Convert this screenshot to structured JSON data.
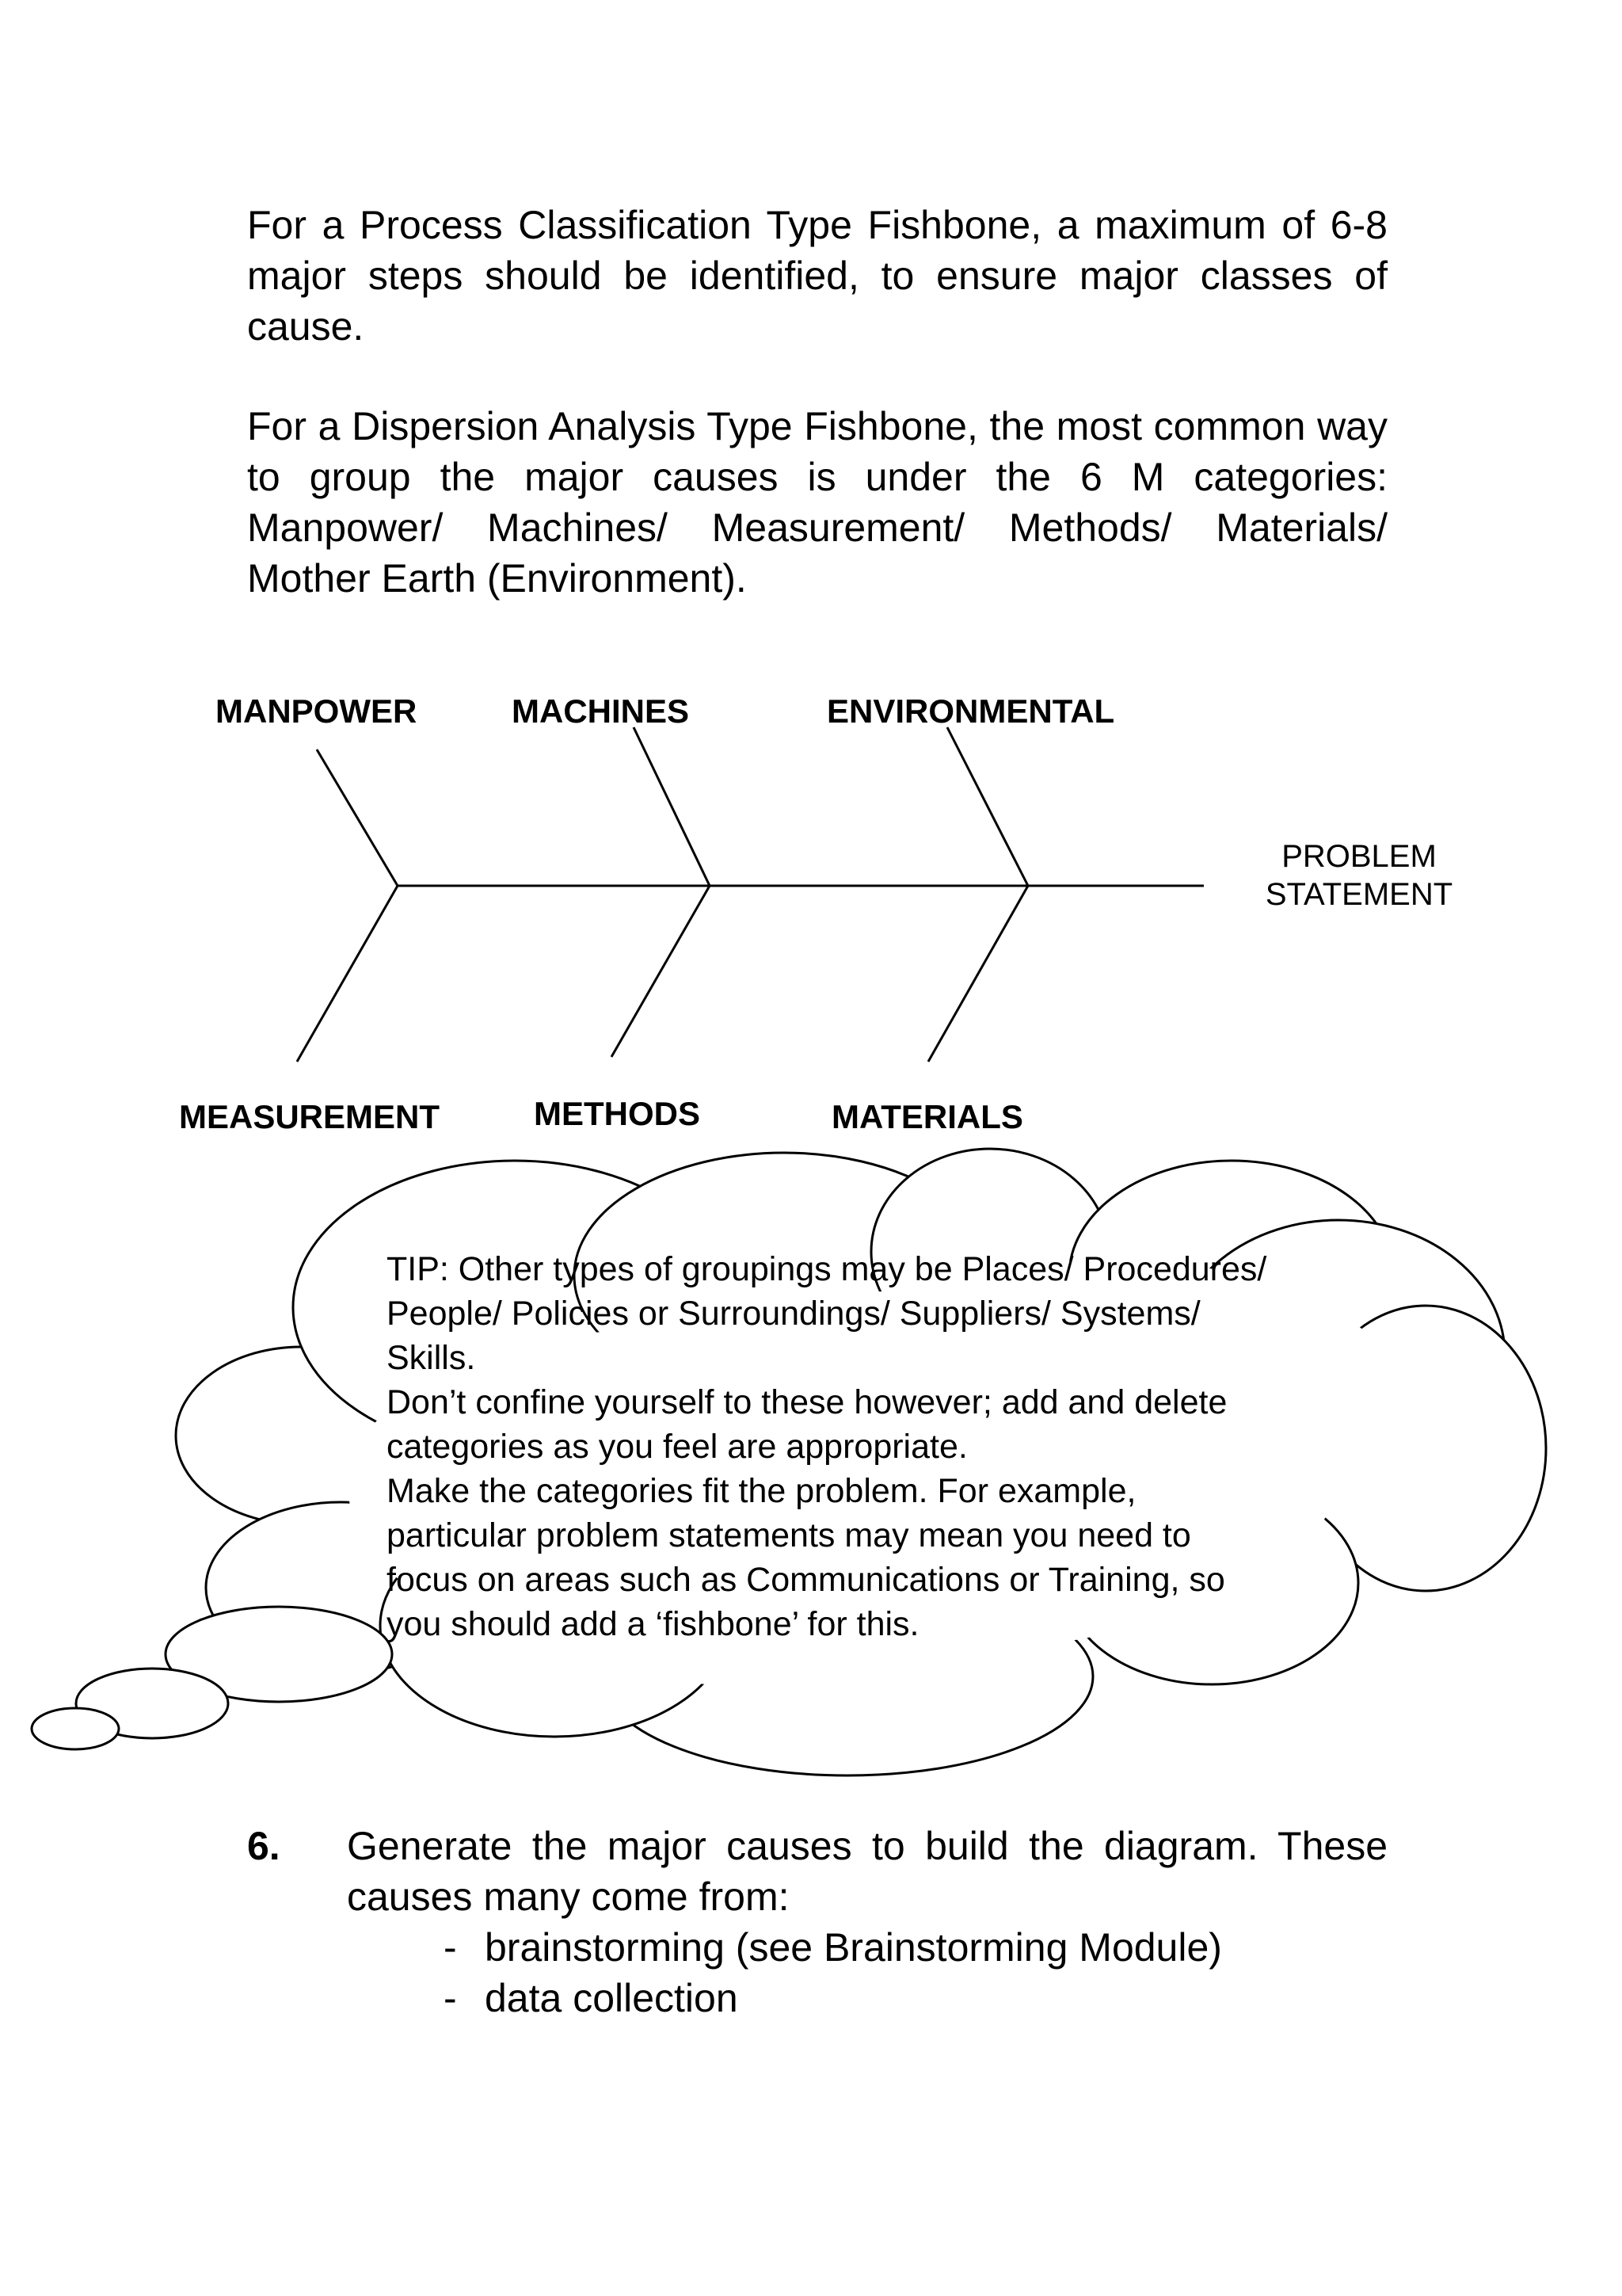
{
  "paragraphs": {
    "process_type": "For a Process Classification Type Fishbone, a maximum of 6-8 major steps should be identified, to ensure major classes of cause.",
    "dispersion_type": "For a Dispersion Analysis Type Fishbone, the most common way to group the major causes is under the 6 M categories: Manpower/ Machines/ Measurement/ Methods/ Materials/ Mother Earth (Environment)."
  },
  "fishbone": {
    "top_categories": [
      "MANPOWER",
      "MACHINES",
      "ENVIRONMENTAL"
    ],
    "bottom_categories": [
      "MEASUREMENT",
      "METHODS",
      "MATERIALS"
    ],
    "problem_statement_lines": [
      "PROBLEM",
      "STATEMENT"
    ]
  },
  "tip": {
    "line1": "TIP: Other types of groupings may be Places/ Procedures/ People/ Policies or Surroundings/ Suppliers/ Systems/ Skills.",
    "line2": "Don’t confine yourself to these however; add and delete categories as you feel are appropriate.",
    "line3": "Make the categories fit the problem. For example, particular problem statements may mean you need to focus on areas such as Communications or Training, so you should add a ‘fishbone’ for this."
  },
  "step6": {
    "number": "6.",
    "text": "Generate the major causes to build the diagram. These causes many come from:",
    "items": [
      "brainstorming (see Brainstorming Module)",
      "data collection"
    ],
    "bullet": "-"
  }
}
